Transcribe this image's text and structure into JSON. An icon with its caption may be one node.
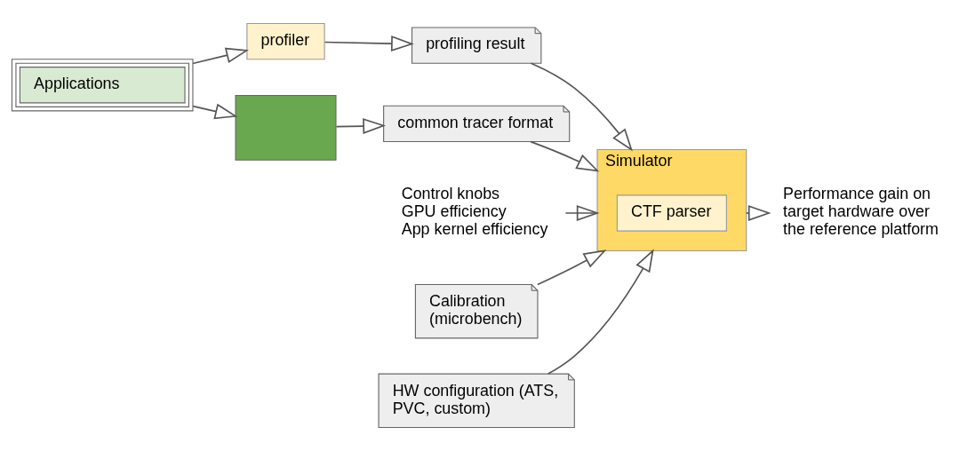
{
  "diagram": {
    "nodes": [
      {
        "text": [
          "Applications"
        ]
      },
      {
        "text": [
          "profiler"
        ]
      },
      {
        "text": [
          "profiling result"
        ]
      },
      {
        "text": [
          "Control knobs",
          "GPU efficiency",
          "App kernel efficiency"
        ]
      },
      {
        "text": [
          "Simulator"
        ]
      },
      {
        "text": [
          "CTF parser"
        ],
        "in": 4
      },
      {
        "text": [
          "Performance gain on target hardware over the reference platform"
        ]
      },
      {
        "text": [],
        "shape": "box"
      },
      {
        "text": [
          "common tracer format"
        ]
      },
      {
        "text": [
          "Calibration (microbench)"
        ]
      },
      {
        "text": [
          "HW configuration (ATS, PVC, custom)"
        ]
      }
    ],
    "edges": [
      {
        "from": 0,
        "to": 1,
        "arrow": "to"
      },
      {
        "from": 0,
        "to": 7,
        "arrow": "to"
      },
      {
        "from": 1,
        "to": 2,
        "arrow": "to"
      },
      {
        "from": 2,
        "to": 4,
        "arrow": "to"
      },
      {
        "from": 3,
        "to": 4,
        "arrow": "to"
      },
      {
        "from": 4,
        "to": 6,
        "arrow": "to"
      },
      {
        "from": 7,
        "to": 8,
        "arrow": "to"
      },
      {
        "from": 8,
        "to": 4,
        "arrow": "to"
      },
      {
        "from": 9,
        "to": 4,
        "arrow": "to"
      },
      {
        "from": 10,
        "to": 4,
        "arrow": "to"
      }
    ]
  }
}
